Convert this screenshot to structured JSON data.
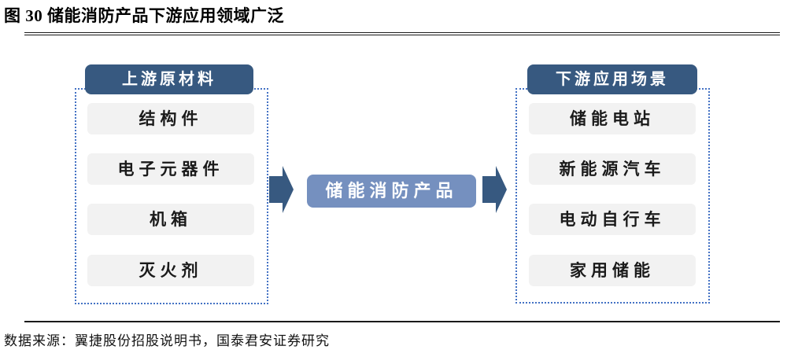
{
  "header": {
    "title": "图 30 储能消防产品下游应用领域广泛"
  },
  "diagram": {
    "upstream": {
      "header": "上游原材料",
      "items": [
        "结构件",
        "电子元器件",
        "机箱",
        "灭火剂"
      ]
    },
    "center": {
      "label": "储能消防产品"
    },
    "downstream": {
      "header": "下游应用场景",
      "items": [
        "储能电站",
        "新能源汽车",
        "电动自行车",
        "家用储能"
      ]
    },
    "icons": [
      "right-arrow-icon",
      "right-arrow-icon"
    ]
  },
  "footer": {
    "source": "数据来源：翼捷股份招股说明书，国泰君安证券研究"
  },
  "colors": {
    "header_box": "#375980",
    "center_box": "#7590BF",
    "arrow": "#375980",
    "item_box": "#F2F2F2",
    "dotted_border": "#4472C4",
    "rule": "#1a1a1a",
    "text": "#000000"
  }
}
